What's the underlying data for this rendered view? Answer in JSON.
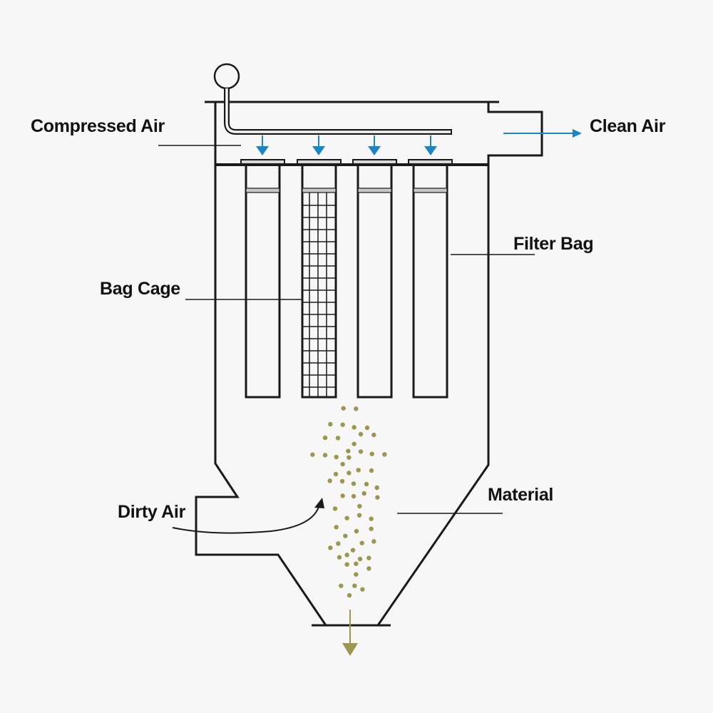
{
  "labels": {
    "compressed_air": "Compressed Air",
    "clean_air": "Clean Air",
    "filter_bag": "Filter Bag",
    "bag_cage": "Bag Cage",
    "material": "Material",
    "dirty_air": "Dirty Air"
  },
  "colors": {
    "line": "#1a1a1a",
    "air_arrow": "#1a86c8",
    "particle": "#9c9650",
    "background": "#f7f7f7"
  }
}
